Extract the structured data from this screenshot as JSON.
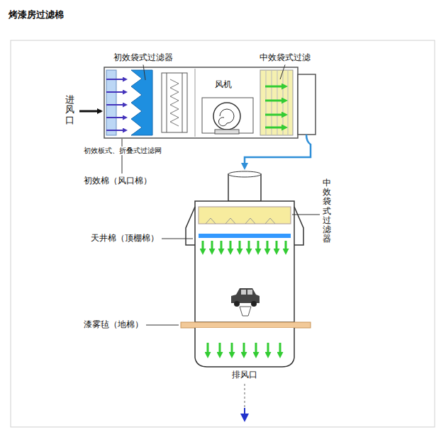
{
  "diagram": {
    "title": "烤漆房过滤棉",
    "labels": [
      "初效袋式过滤器",
      "中效袋式过滤",
      "进风口",
      "风机",
      "初效板式、折叠式过滤网",
      "初效棉（风口棉）",
      "中效袋式过滤器",
      "天井棉（顶棚棉）",
      "漆雾毡（地棉）",
      "排风口"
    ]
  }
}
